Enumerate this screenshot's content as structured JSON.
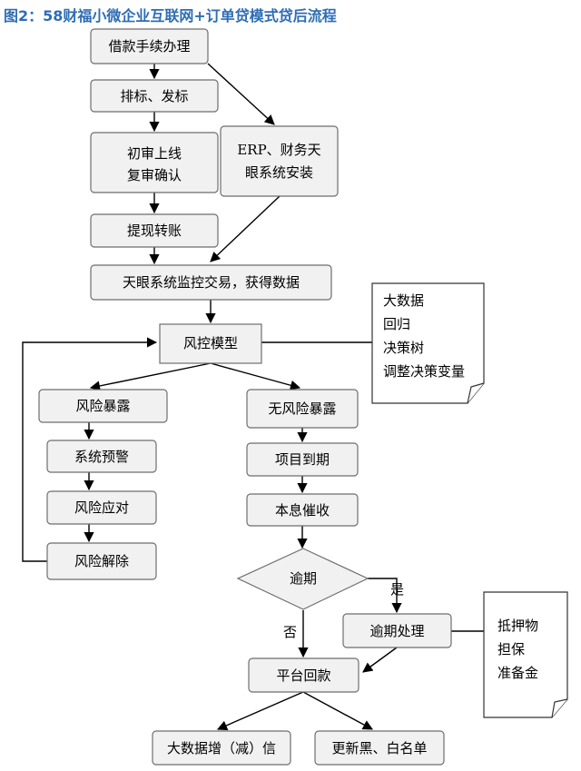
{
  "title": "图2：58财福小微企业互联网+订单贷模式贷后流程",
  "nodes": {
    "loan": "借款手续办理",
    "bid": "排标、发标",
    "review1": "初审上线",
    "review2": "复审确认",
    "withdraw": "提现转账",
    "erp1": "ERP、财务天",
    "erp2": "眼系统安装",
    "monitor": "天眼系统监控交易，获得数据",
    "riskmodel": "风控模型",
    "exposure": "风险暴露",
    "noexposure": "无风险暴露",
    "warning": "系统预警",
    "response": "风险应对",
    "release": "风险解除",
    "due": "项目到期",
    "collect": "本息催收",
    "overdue": "逾期",
    "overdue_handle": "逾期处理",
    "repay": "平台回款",
    "credit": "大数据增（减）信",
    "list": "更新黑、白名单"
  },
  "notes": {
    "model": [
      "大数据",
      "回归",
      "决策树",
      "调整决策变量"
    ],
    "collateral": [
      "抵押物",
      "担保",
      "准备金"
    ]
  },
  "labels": {
    "yes": "是",
    "no": "否"
  }
}
